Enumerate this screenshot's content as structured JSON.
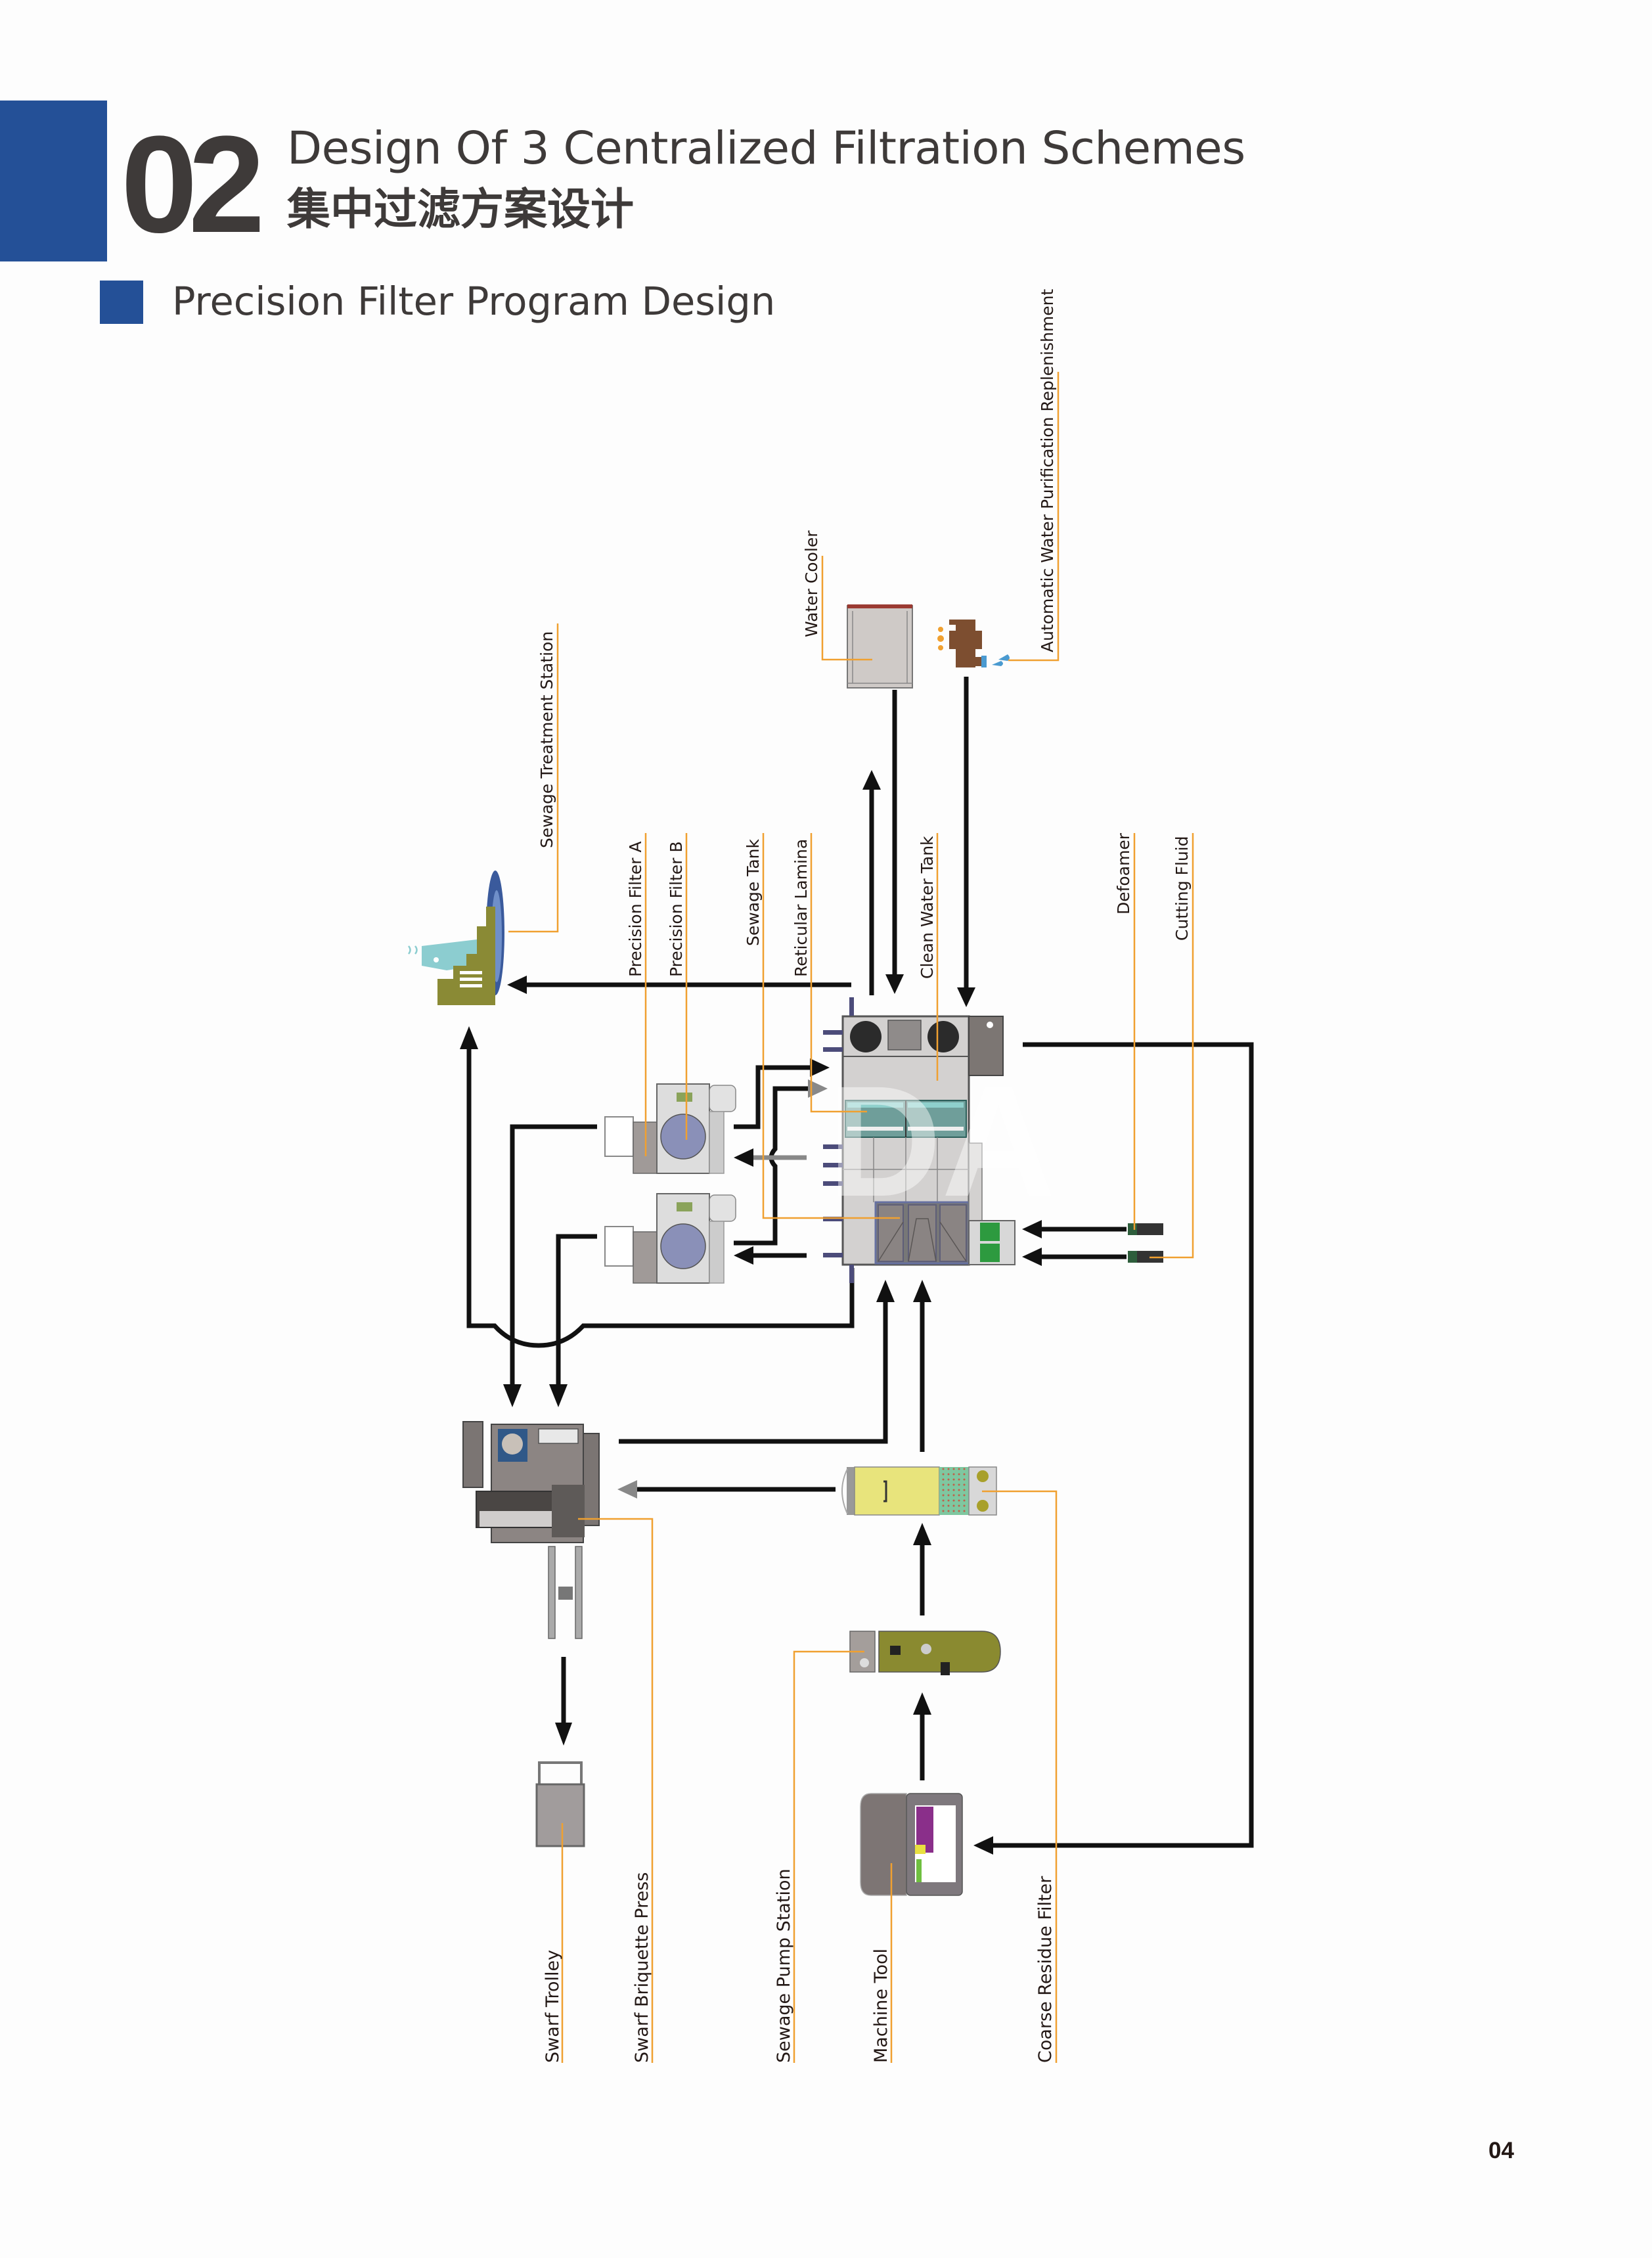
{
  "header": {
    "section_number": "02",
    "title_en": "Design Of 3 Centralized Filtration Schemes",
    "title_cn": "集中过滤方案设计",
    "subtitle": "Precision Filter Program Design"
  },
  "diagram": {
    "labels": {
      "sewage_treatment_station": "Sewage Treatment Station",
      "precision_filter_a": "Precision Filter A",
      "precision_filter_b": "Precision Filter B",
      "sewage_tank": "Sewage Tank",
      "reticular_lamina": "Reticular Lamina",
      "water_cooler": "Water Cooler",
      "clean_water_tank": "Clean Water Tank",
      "auto_water": "Automatic Water Purification Replenishment",
      "defoamer": "Defoamer",
      "cutting_fluid": "Cutting Fluid",
      "swarf_trolley": "Swarf Trolley",
      "swarf_briquette_press": "Swarf Briquette Press",
      "sewage_pump_station": "Sewage Pump Station",
      "machine_tool": "Machine Tool",
      "coarse_residue_filter": "Coarse Residue Filter"
    },
    "colors": {
      "accent_blue": "#245097",
      "leader_orange": "#f0a030",
      "flow_black": "#111111"
    }
  },
  "footer": {
    "page_number": "04"
  }
}
